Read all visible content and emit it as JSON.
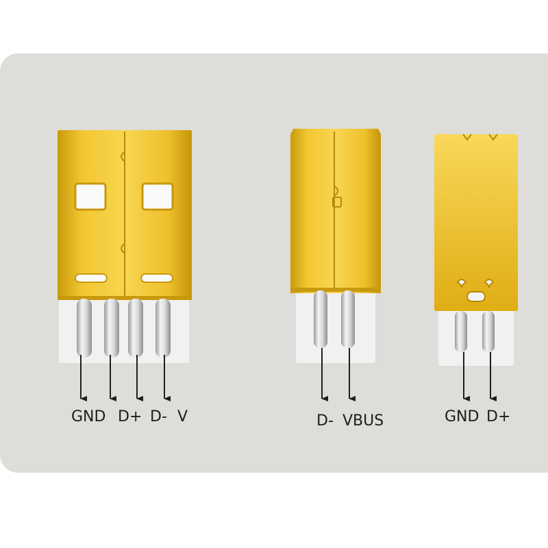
{
  "connectors": [
    {
      "name": "usb-a",
      "pin_labels": [
        "GND",
        "D+",
        "D-",
        "V"
      ]
    },
    {
      "name": "usb-b",
      "pin_labels": [
        "D-",
        "VBUS"
      ]
    },
    {
      "name": "mini-usb",
      "pin_labels": [
        "GND",
        "D+"
      ]
    }
  ],
  "colors": {
    "background": "#deddd9",
    "gold": "#e6b418",
    "gold_light": "#f6d24c",
    "gold_dark": "#b98c08",
    "insulator": "#f2f2f2",
    "pin_silver": "#c9c9c9",
    "arrow": "#1d1d1d"
  }
}
